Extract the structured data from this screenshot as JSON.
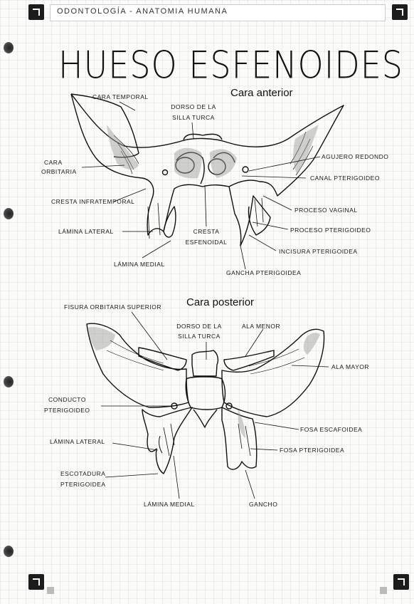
{
  "header": {
    "subject": "ODONTOLOGÍA - ANATOMIA HUMANA"
  },
  "title": "HUESO ESFENOIDES",
  "anterior": {
    "heading": "Cara anterior",
    "labels": {
      "cara_temporal": "CARA TEMPORAL",
      "dorso_silla_1": "DORSO DE LA",
      "dorso_silla_2": "SILLA TURCA",
      "cara_orbitaria_1": "CARA",
      "cara_orbitaria_2": "ORBITARIA",
      "agujero_redondo": "AGUJERO REDONDO",
      "canal_pterigoideo": "CANAL PTERIGOIDEO",
      "cresta_infratemporal": "CRESTA INFRATEMPORAL",
      "proceso_vaginal": "PROCESO VAGINAL",
      "lamina_lateral": "LÁMINA LATERAL",
      "cresta_esfenoidal_1": "CRESTA",
      "cresta_esfenoidal_2": "ESFENOIDAL",
      "proceso_pterigoideo": "PROCESO PTERIGOIDEO",
      "incisura_pterigoidea": "INCISURA PTERIGOIDEA",
      "lamina_medial": "LÁMINA MEDIAL",
      "gancha_pterigoidea": "GANCHA PTERIGOIDEA"
    }
  },
  "posterior": {
    "heading": "Cara posterior",
    "labels": {
      "fisura_orbitaria": "FISURA ORBITARIA SUPERIOR",
      "dorso_silla_1": "DORSO DE LA",
      "dorso_silla_2": "SILLA TURCA",
      "ala_menor": "ALA MENOR",
      "ala_mayor": "ALA MAYOR",
      "conducto_1": "CONDUCTO",
      "conducto_2": "PTERIGOIDEO",
      "fosa_escafoidea": "FOSA ESCAFOIDEA",
      "lamina_lateral": "LÁMINA LATERAL",
      "fosa_pterigoidea": "FOSA PTERIGOIDEA",
      "escotadura_1": "ESCOTADURA",
      "escotadura_2": "PTERIGOIDEA",
      "lamina_medial": "LÁMINA MEDIAL",
      "gancho": "GANCHO"
    }
  }
}
